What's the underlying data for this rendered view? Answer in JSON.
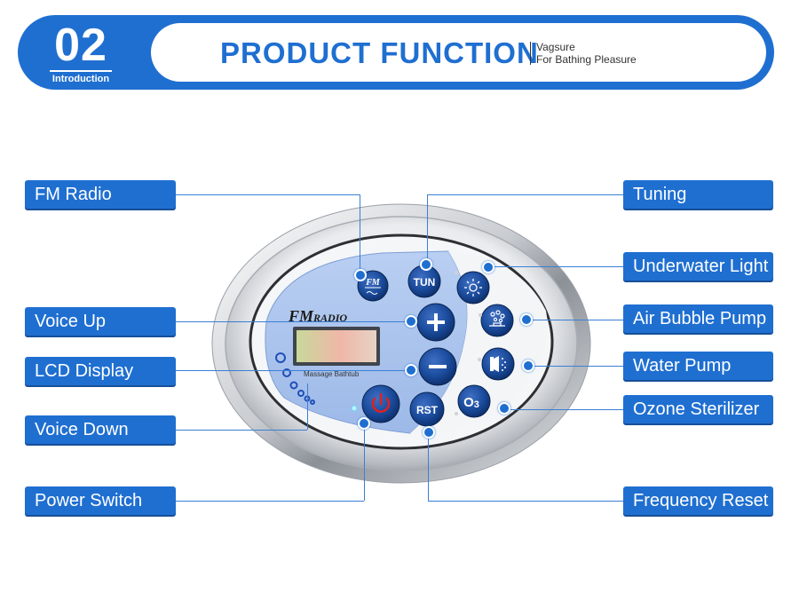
{
  "header": {
    "number": "02",
    "section": "Introduction",
    "title": "PRODUCT FUNCTION",
    "brand": "Vagsure",
    "tagline": "For Bathing Pleasure"
  },
  "labels_left": [
    "FM Radio",
    "Voice Up",
    "LCD Display",
    "Voice Down",
    "Power Switch"
  ],
  "labels_right": [
    "Tuning",
    "Underwater Light",
    "Air Bubble Pump",
    "Water Pump",
    "Ozone Sterilizer",
    "Frequency Reset"
  ],
  "panel": {
    "logo": "FMRADIO",
    "logo_fm": "FM",
    "logo_radio": "RADIO",
    "caption": "Massage Bathtub",
    "btn_fm": "FM",
    "btn_tun": "TUN",
    "btn_rst": "RST",
    "btn_o3": "O3",
    "btn_o3_main": "O",
    "btn_o3_sub": "3"
  },
  "colors": {
    "accent": "#1f6fd1",
    "panel_blue": "#a9c4ee",
    "button_navy": "#14418f",
    "power_red": "#e02020"
  },
  "icons": [
    "plus-icon",
    "minus-icon",
    "power-icon",
    "light-icon",
    "bubble-icon",
    "water-pump-icon"
  ]
}
